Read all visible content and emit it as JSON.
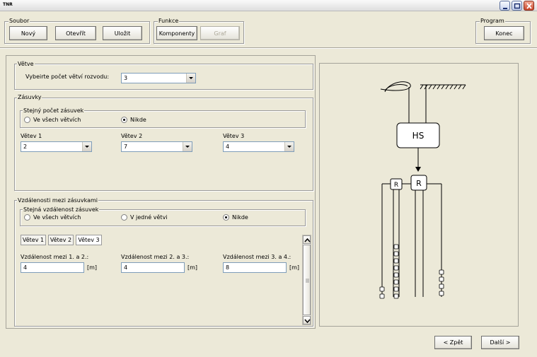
{
  "window": {
    "title": "TNR"
  },
  "groups": {
    "soubor": "Soubor",
    "funkce": "Funkce",
    "program": "Program"
  },
  "buttons": {
    "novy": "Nový",
    "otevrit": "Otevřít",
    "ulozit": "Uložit",
    "komponenty": "Komponenty",
    "graf": "Graf",
    "konec": "Konec",
    "zpet": "< Zpět",
    "dalsi": "Další >"
  },
  "vetve": {
    "title": "Větve",
    "label": "Vybeirte počet větví rozvodu:",
    "value": "3"
  },
  "zasuvky": {
    "title": "Zásuvky",
    "sub_title": "Stejný počet zásuvek",
    "opt_all": "Ve všech větvích",
    "opt_none": "Nikde",
    "branches": [
      {
        "label": "Větev 1",
        "value": "2"
      },
      {
        "label": "Větev 2",
        "value": "7"
      },
      {
        "label": "Větev 3",
        "value": "4"
      }
    ]
  },
  "vzdalenosti": {
    "title": "Vzdálenosti mezi zásuvkami",
    "sub_title": "Stejná vzdálenost zásuvek",
    "opt_all": "Ve všech větvích",
    "opt_one": "V jedné větvi",
    "opt_none": "Nikde",
    "tabs": [
      "Větev 1",
      "Větev 2",
      "Větev 3"
    ],
    "fields": [
      {
        "label": "Vzdálenost mezi 1. a 2.:",
        "value": "4",
        "unit": "[m]"
      },
      {
        "label": "Vzdálenost mezi 2. a 3.:",
        "value": "4",
        "unit": "[m]"
      },
      {
        "label": "Vzdálenost mezi 3. a 4.:",
        "value": "8",
        "unit": "[m]"
      }
    ]
  },
  "diagram": {
    "hs": "HS",
    "r": "R"
  }
}
